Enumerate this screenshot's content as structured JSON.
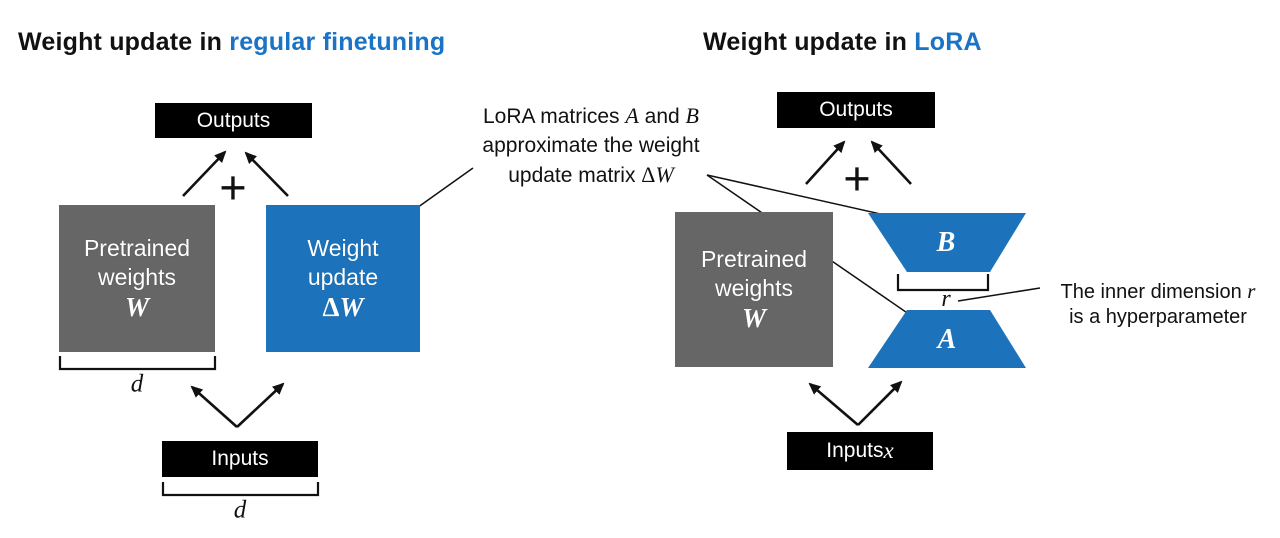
{
  "colors": {
    "shape_blue": "#1C73BB",
    "accent_blue": "#1A73C4",
    "box_gray": "#666666",
    "box_black": "#000000",
    "text_white": "#FFFFFF",
    "line_black": "#111111"
  },
  "left_panel": {
    "title": {
      "prefix": "Weight update in ",
      "accent": "regular finetuning"
    },
    "outputs_box": {
      "label": "Outputs"
    },
    "plus_sign": "+",
    "pretrained_box": {
      "line1": "Pretrained",
      "line2": "weights",
      "symbol": "W"
    },
    "update_box": {
      "line1": "Weight",
      "line2": "update",
      "symbol_delta": "Δ",
      "symbol_w": "W"
    },
    "weights_dim": {
      "label": "d"
    },
    "inputs_box": {
      "label": "Inputs"
    },
    "inputs_dim": {
      "label": "d"
    }
  },
  "right_panel": {
    "title": {
      "prefix": "Weight update in ",
      "accent": "LoRA"
    },
    "outputs_box": {
      "label": "Outputs"
    },
    "plus_sign": "+",
    "pretrained_box": {
      "line1": "Pretrained",
      "line2": "weights",
      "symbol": "W"
    },
    "matrix_b": {
      "label": "B"
    },
    "matrix_a": {
      "label": "A"
    },
    "rank_dim": {
      "label": "r"
    },
    "inputs_box": {
      "prefix": "Inputs ",
      "symbol": "x"
    }
  },
  "annotations": {
    "lora_note": {
      "line1_prefix": "LoRA matrices ",
      "line1_symbol_a": "A",
      "line1_mid": " and ",
      "line1_symbol_b": "B",
      "line2": "approximate the weight",
      "line3_prefix": "update matrix ",
      "line3_delta": "Δ",
      "line3_w": "W"
    },
    "rank_note": {
      "line1_prefix": "The inner dimension ",
      "line1_symbol": "r",
      "line2": "is a hyperparameter"
    }
  }
}
